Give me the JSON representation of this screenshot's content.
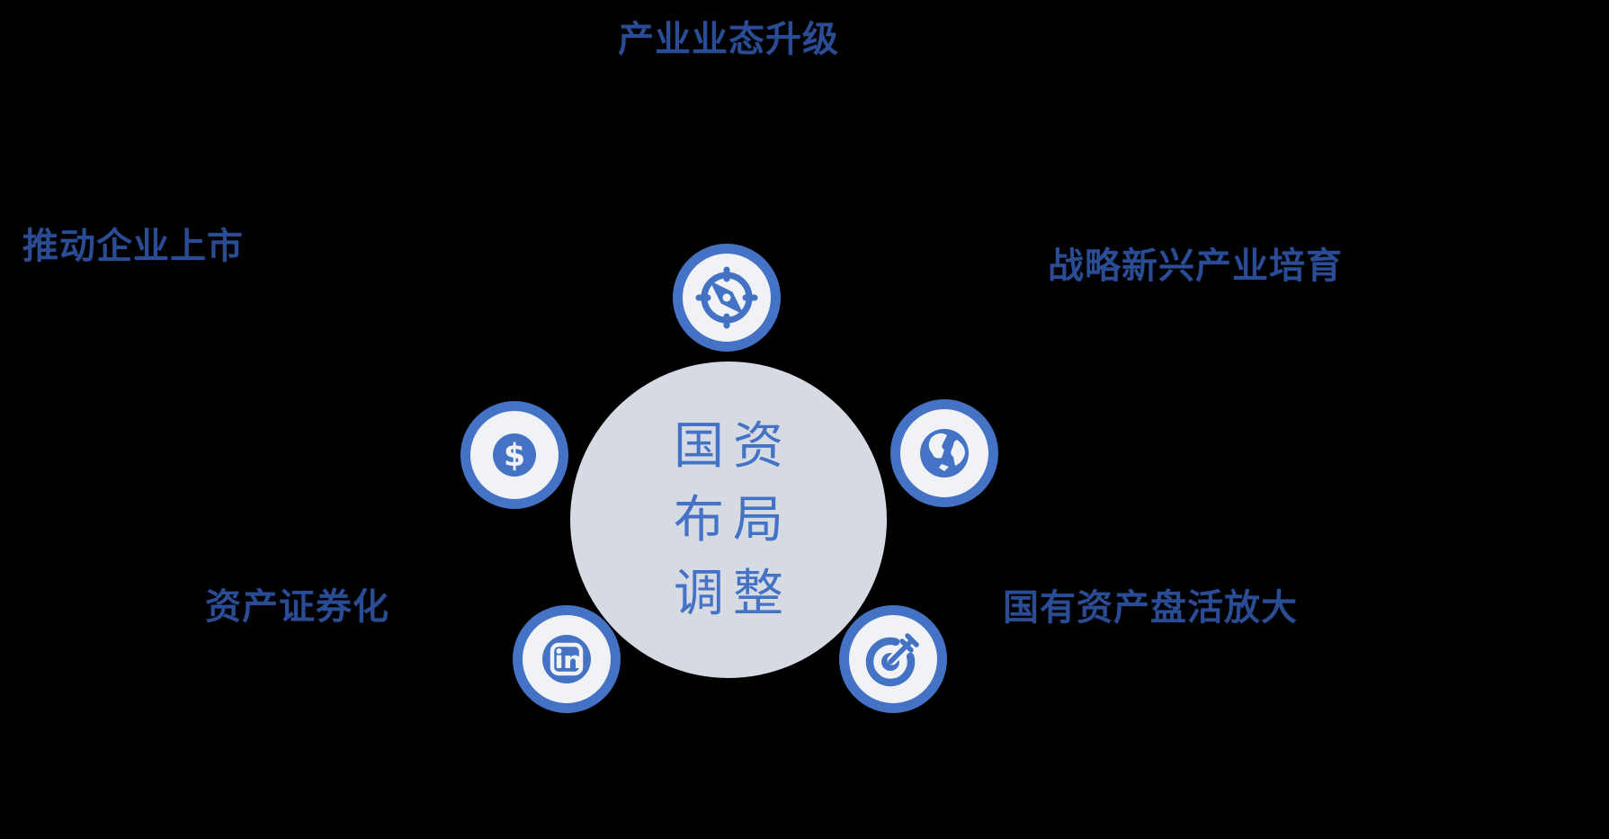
{
  "diagram": {
    "hub": {
      "lines": [
        "国资",
        "布局",
        "调整"
      ]
    },
    "nodes": [
      {
        "label": "产业业态升级",
        "icon": "compass-icon",
        "position": "top"
      },
      {
        "label": "战略新兴产业培育",
        "icon": "globe-icon",
        "position": "right"
      },
      {
        "label": "国有资产盘活放大",
        "icon": "target-icon",
        "position": "bottom-right"
      },
      {
        "label": "资产证券化",
        "icon": "linkedin-icon",
        "position": "bottom-left"
      },
      {
        "label": "推动企业上市",
        "icon": "dollar-icon",
        "position": "left"
      }
    ]
  },
  "colors": {
    "background": "#000000",
    "hub_fill": "#D6DAE3",
    "hub_text": "#4472C4",
    "icon_blue": "#4472C4",
    "badge_fill": "#F1F2F5",
    "label_text": "#2A4C94"
  }
}
